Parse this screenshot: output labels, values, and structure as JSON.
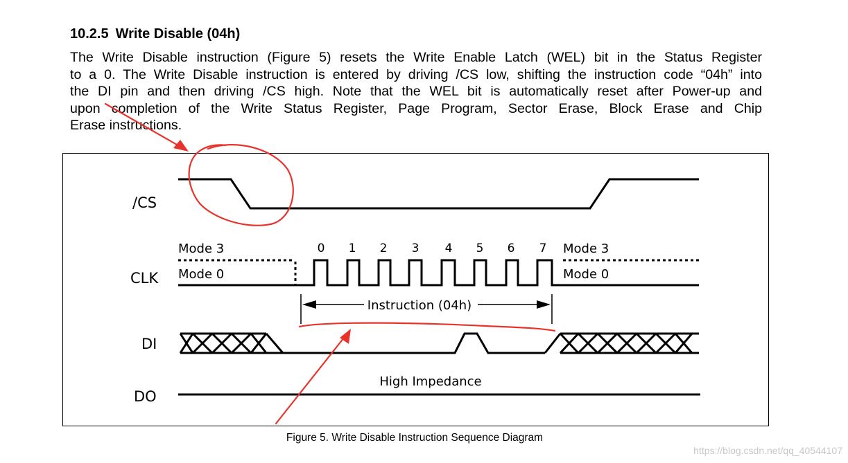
{
  "heading": {
    "number": "10.2.5",
    "title": "Write Disable (04h)"
  },
  "paragraph_lines": [
    "The Write Disable instruction (Figure 5) resets the Write Enable Latch (WEL) bit in the Status Register",
    "to a 0. The Write Disable instruction is entered by driving /CS low, shifting the instruction code “04h” into",
    "the DI pin and then driving /CS high. Note that the WEL bit is automatically reset after Power-up and",
    "upon completion of the Write Status Register, Page Program, Sector Erase, Block Erase and Chip",
    "Erase instructions."
  ],
  "diagram": {
    "signals": {
      "cs": "/CS",
      "clk": "CLK",
      "di": "DI",
      "do": "DO"
    },
    "mode_labels": {
      "left_top": "Mode 3",
      "left_bottom": "Mode 0",
      "right_top": "Mode 3",
      "right_bottom": "Mode 0"
    },
    "clock_numbers": [
      "0",
      "1",
      "2",
      "3",
      "4",
      "5",
      "6",
      "7"
    ],
    "instruction_label": "Instruction (04h)",
    "do_label": "High Impedance",
    "annotation_color": "#e8322c"
  },
  "caption": "Figure 5. Write Disable Instruction Sequence Diagram",
  "watermark": "https://blog.csdn.net/qq_40544107"
}
